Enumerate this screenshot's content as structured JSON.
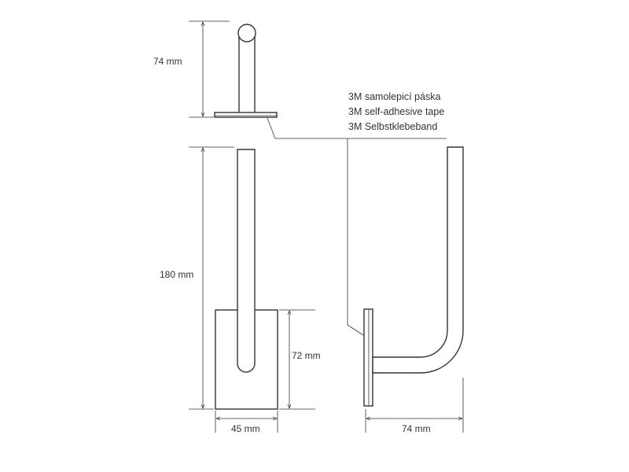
{
  "dimensions": {
    "top_height": "74 mm",
    "total_height": "180 mm",
    "plate_height": "72 mm",
    "plate_width": "45 mm",
    "projection_depth": "74 mm"
  },
  "tape_label": {
    "czech": "3M samolepicí páska",
    "english": "3M self-adhesive tape",
    "german": "3M Selbstklebeband"
  },
  "colors": {
    "line": "#333333",
    "fill": "#ffffff"
  }
}
